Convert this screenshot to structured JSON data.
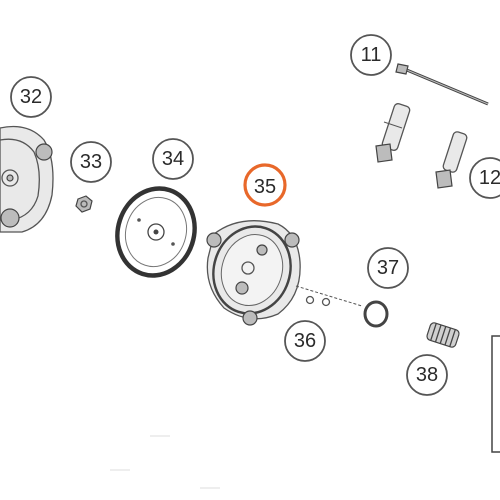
{
  "callouts": [
    {
      "id": "11",
      "label": "11"
    },
    {
      "id": "12",
      "label": "12"
    },
    {
      "id": "32",
      "label": "32"
    },
    {
      "id": "33",
      "label": "33"
    },
    {
      "id": "34",
      "label": "34"
    },
    {
      "id": "35",
      "label": "35"
    },
    {
      "id": "36",
      "label": "36"
    },
    {
      "id": "37",
      "label": "37"
    },
    {
      "id": "38",
      "label": "38"
    }
  ],
  "colors": {
    "highlight": "#e8682a",
    "callout_stroke": "#555555",
    "part_stroke": "#555555"
  }
}
